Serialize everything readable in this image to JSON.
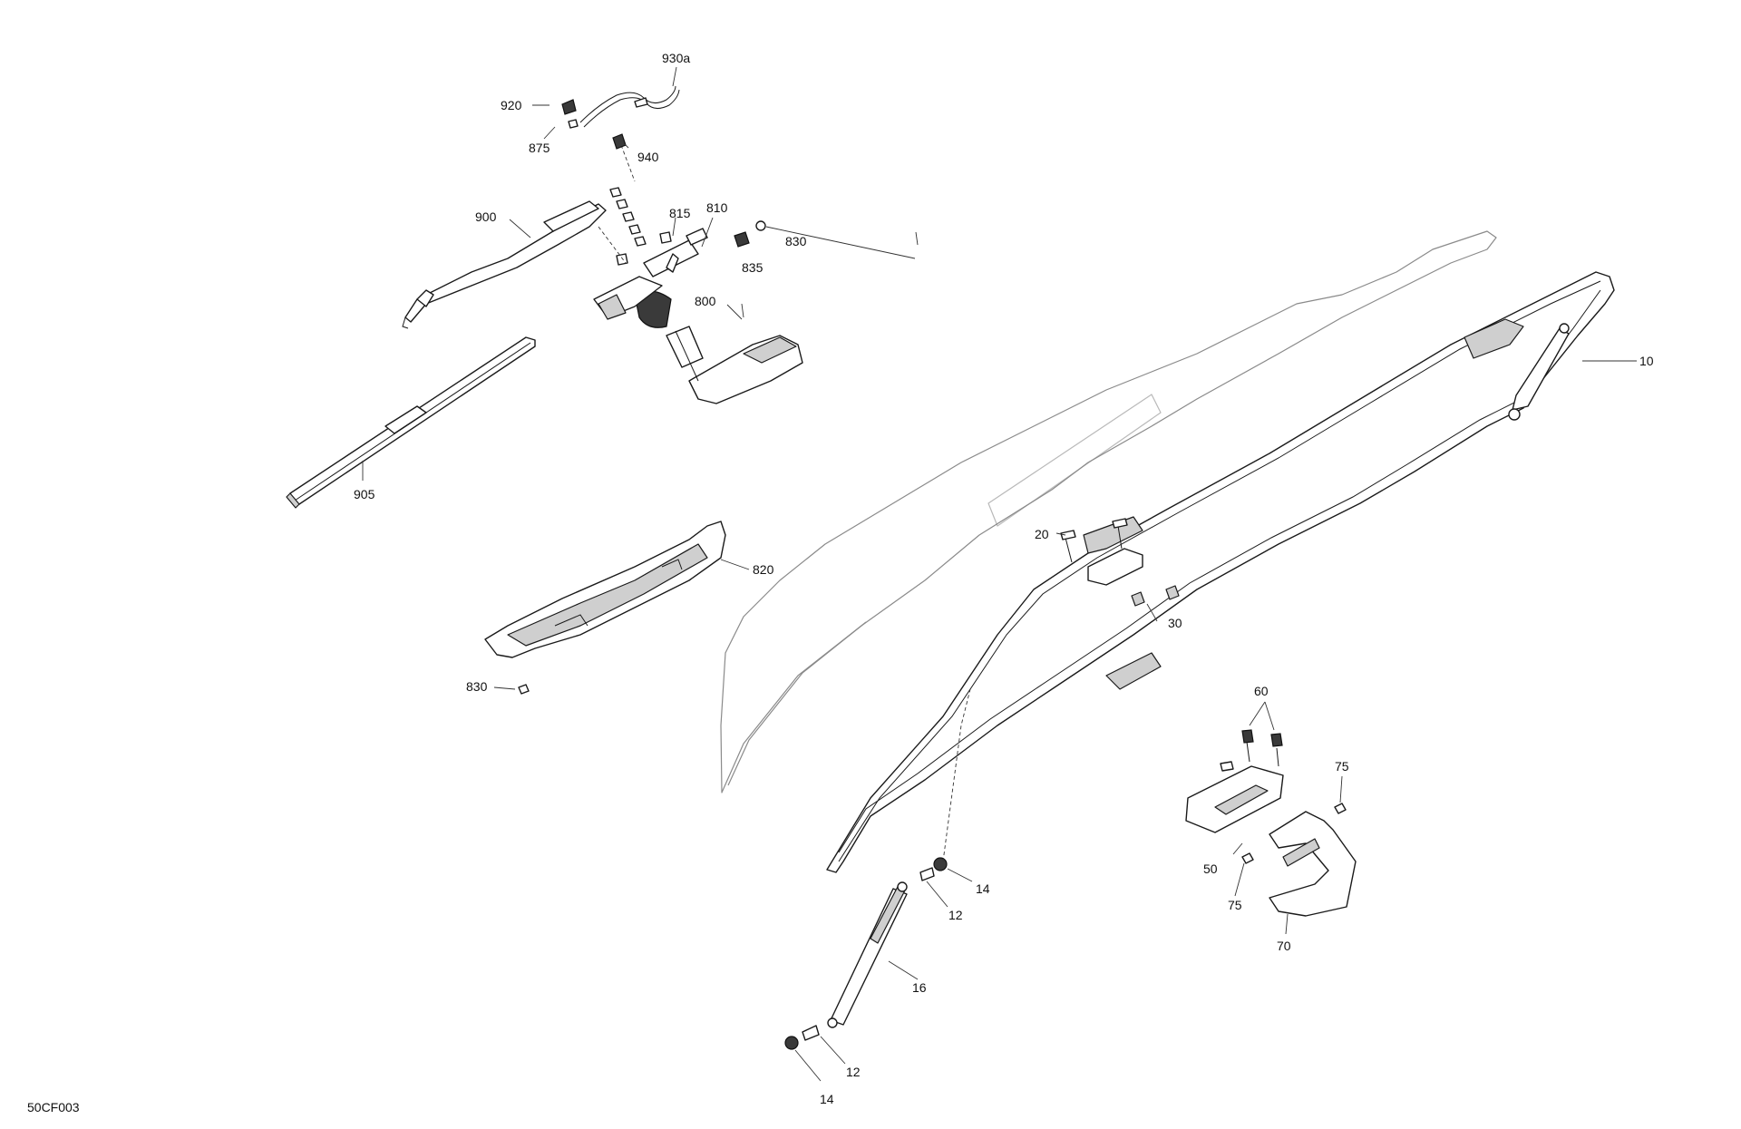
{
  "diagram": {
    "reference_code": "50CF003",
    "callouts": [
      {
        "id": "930a",
        "label": "930a"
      },
      {
        "id": "920",
        "label": "920"
      },
      {
        "id": "875",
        "label": "875"
      },
      {
        "id": "940",
        "label": "940"
      },
      {
        "id": "900",
        "label": "900"
      },
      {
        "id": "815",
        "label": "815"
      },
      {
        "id": "810",
        "label": "810"
      },
      {
        "id": "830-top",
        "label": "830"
      },
      {
        "id": "835",
        "label": "835"
      },
      {
        "id": "800",
        "label": "800"
      },
      {
        "id": "905",
        "label": "905"
      },
      {
        "id": "820",
        "label": "820"
      },
      {
        "id": "830-bottom",
        "label": "830"
      },
      {
        "id": "10",
        "label": "10"
      },
      {
        "id": "20",
        "label": "20"
      },
      {
        "id": "30",
        "label": "30"
      },
      {
        "id": "60",
        "label": "60"
      },
      {
        "id": "75-top",
        "label": "75"
      },
      {
        "id": "50",
        "label": "50"
      },
      {
        "id": "75-bottom",
        "label": "75"
      },
      {
        "id": "70",
        "label": "70"
      },
      {
        "id": "14-top",
        "label": "14"
      },
      {
        "id": "12-top",
        "label": "12"
      },
      {
        "id": "16",
        "label": "16"
      },
      {
        "id": "12-bottom",
        "label": "12"
      },
      {
        "id": "14-bottom",
        "label": "14"
      }
    ]
  }
}
